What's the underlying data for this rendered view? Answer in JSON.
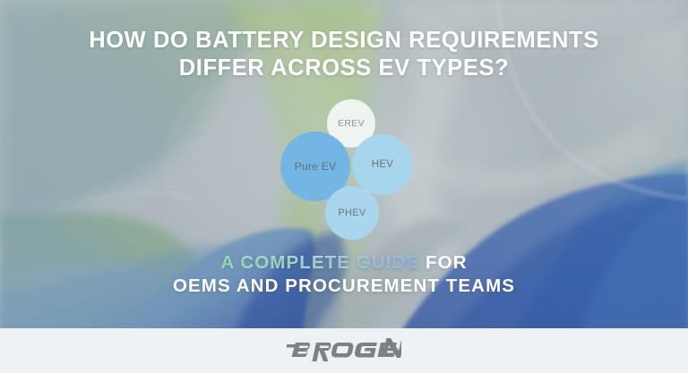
{
  "banner": {
    "title": {
      "line1": "HOW DO BATTERY DESIGN REQUIREMENTS",
      "line2": "DIFFER ACROSS EV TYPES?"
    },
    "subtitle": {
      "highlight": "A COMPLETE GUIDE",
      "rest": " FOR",
      "line2": "OEMS AND PROCUREMENT TEAMS"
    },
    "diagram": {
      "bubbles": [
        {
          "label": "EREV",
          "color": "#eef4f0",
          "text_color": "#8d9a97"
        },
        {
          "label": "Pure EV",
          "color": "#74b6e3",
          "text_color": "#5d6e78"
        },
        {
          "label": "HEV",
          "color": "#a7d5ed",
          "text_color": "#6b7579"
        },
        {
          "label": "PHEV",
          "color": "#a9d6ee",
          "text_color": "#6b7579"
        }
      ]
    },
    "footer": {
      "brand": "BROGEN",
      "brand_color": "#7b8185",
      "background": "#eef1f3"
    },
    "palette": {
      "title_color": "#ffffff",
      "subtitle_gradient_start": "#aaf0c0",
      "subtitle_gradient_end": "#9cc6f6",
      "background_base": "#aeb8bd",
      "background_teal": "#7fa0a8",
      "background_green": "#8fad78",
      "background_blue": "#3f5fa6"
    }
  }
}
